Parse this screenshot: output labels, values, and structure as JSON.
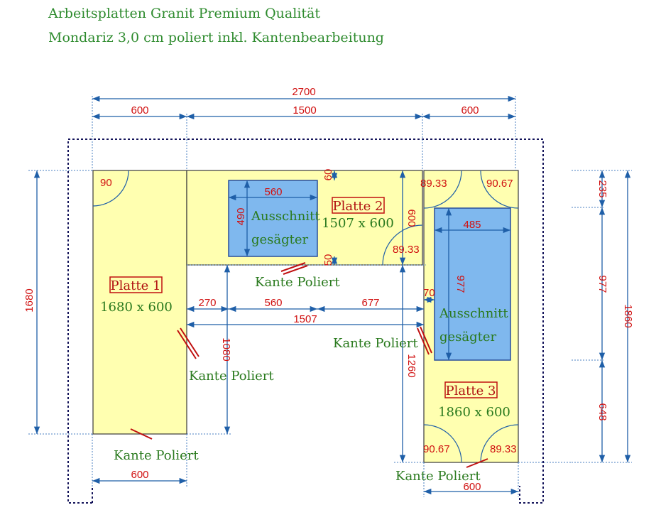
{
  "header": {
    "line1": "Arbeitsplatten Granit Premium Qualität",
    "line2": "Mondariz 3,0 cm poliert inkl. Kantenbearbeitung"
  },
  "plates": [
    {
      "name": "Platte 1",
      "size": "1680 x 600"
    },
    {
      "name": "Platte 2",
      "size": "1507 x 600"
    },
    {
      "name": "Platte 3",
      "size": "1860 x 600"
    }
  ],
  "cutouts": [
    {
      "line1": "Ausschnitt",
      "line2": "gesägter"
    },
    {
      "line1": "Ausschnitt",
      "line2": "gesägter"
    }
  ],
  "edge_label": "Kante Poliert",
  "dims": {
    "total_width": "2700",
    "left_width": "600",
    "mid_width": "1500",
    "right_width": "600",
    "corner_90": "90",
    "cut1_width": "560",
    "cut1_height": "490",
    "top_60": "60",
    "bottom_50": "50",
    "plate2_depth": "600",
    "r_89_33_a": "89.33",
    "r_90_67_a": "90.67",
    "r_89_33_b": "89.33",
    "cut2_width": "485",
    "cut2_height": "977",
    "gap_70": "70",
    "off_270": "270",
    "mid_560": "560",
    "off_677": "677",
    "width_1507": "1507",
    "h_1680": "1680",
    "h_1080": "1080",
    "h_1260": "1260",
    "r_235": "235",
    "r_977": "977",
    "r_648": "648",
    "r_1860": "1860",
    "bot_left_600": "600",
    "bot_right_600": "600",
    "r_90_67_b": "90.67",
    "r_89_33_c": "89.33"
  }
}
